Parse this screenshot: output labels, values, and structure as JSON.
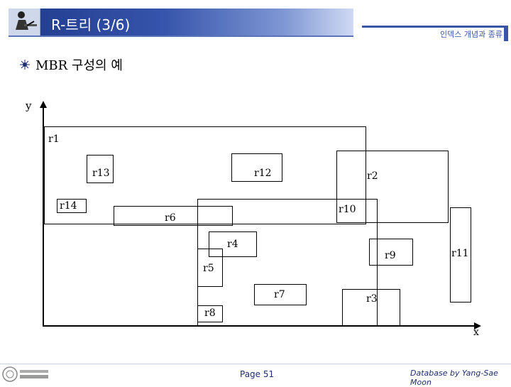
{
  "header": {
    "title": "R-트리 (3/6)",
    "tab_label": "인덱스 개념과 종류"
  },
  "section": {
    "title": "MBR 구성의 예"
  },
  "axes": {
    "y_label": "y",
    "x_label": "x"
  },
  "rectangles": [
    {
      "name": "r1",
      "label": "r1"
    },
    {
      "name": "r2",
      "label": "r2"
    },
    {
      "name": "r3",
      "label": "r3"
    },
    {
      "name": "r4",
      "label": "r4"
    },
    {
      "name": "r5",
      "label": "r5"
    },
    {
      "name": "r6",
      "label": "r6"
    },
    {
      "name": "r7",
      "label": "r7"
    },
    {
      "name": "r8",
      "label": "r8"
    },
    {
      "name": "r9",
      "label": "r9"
    },
    {
      "name": "r10",
      "label": "r10"
    },
    {
      "name": "r11",
      "label": "r11"
    },
    {
      "name": "r12",
      "label": "r12"
    },
    {
      "name": "r13",
      "label": "r13"
    },
    {
      "name": "r14",
      "label": "r14"
    }
  ],
  "footer": {
    "page": "Page 51",
    "credit": "Database by Yang-Sae Moon"
  },
  "colors": {
    "header_dark": "#1f3a8c",
    "header_light": "#cfdaf3",
    "accent": "#3b55a6"
  }
}
